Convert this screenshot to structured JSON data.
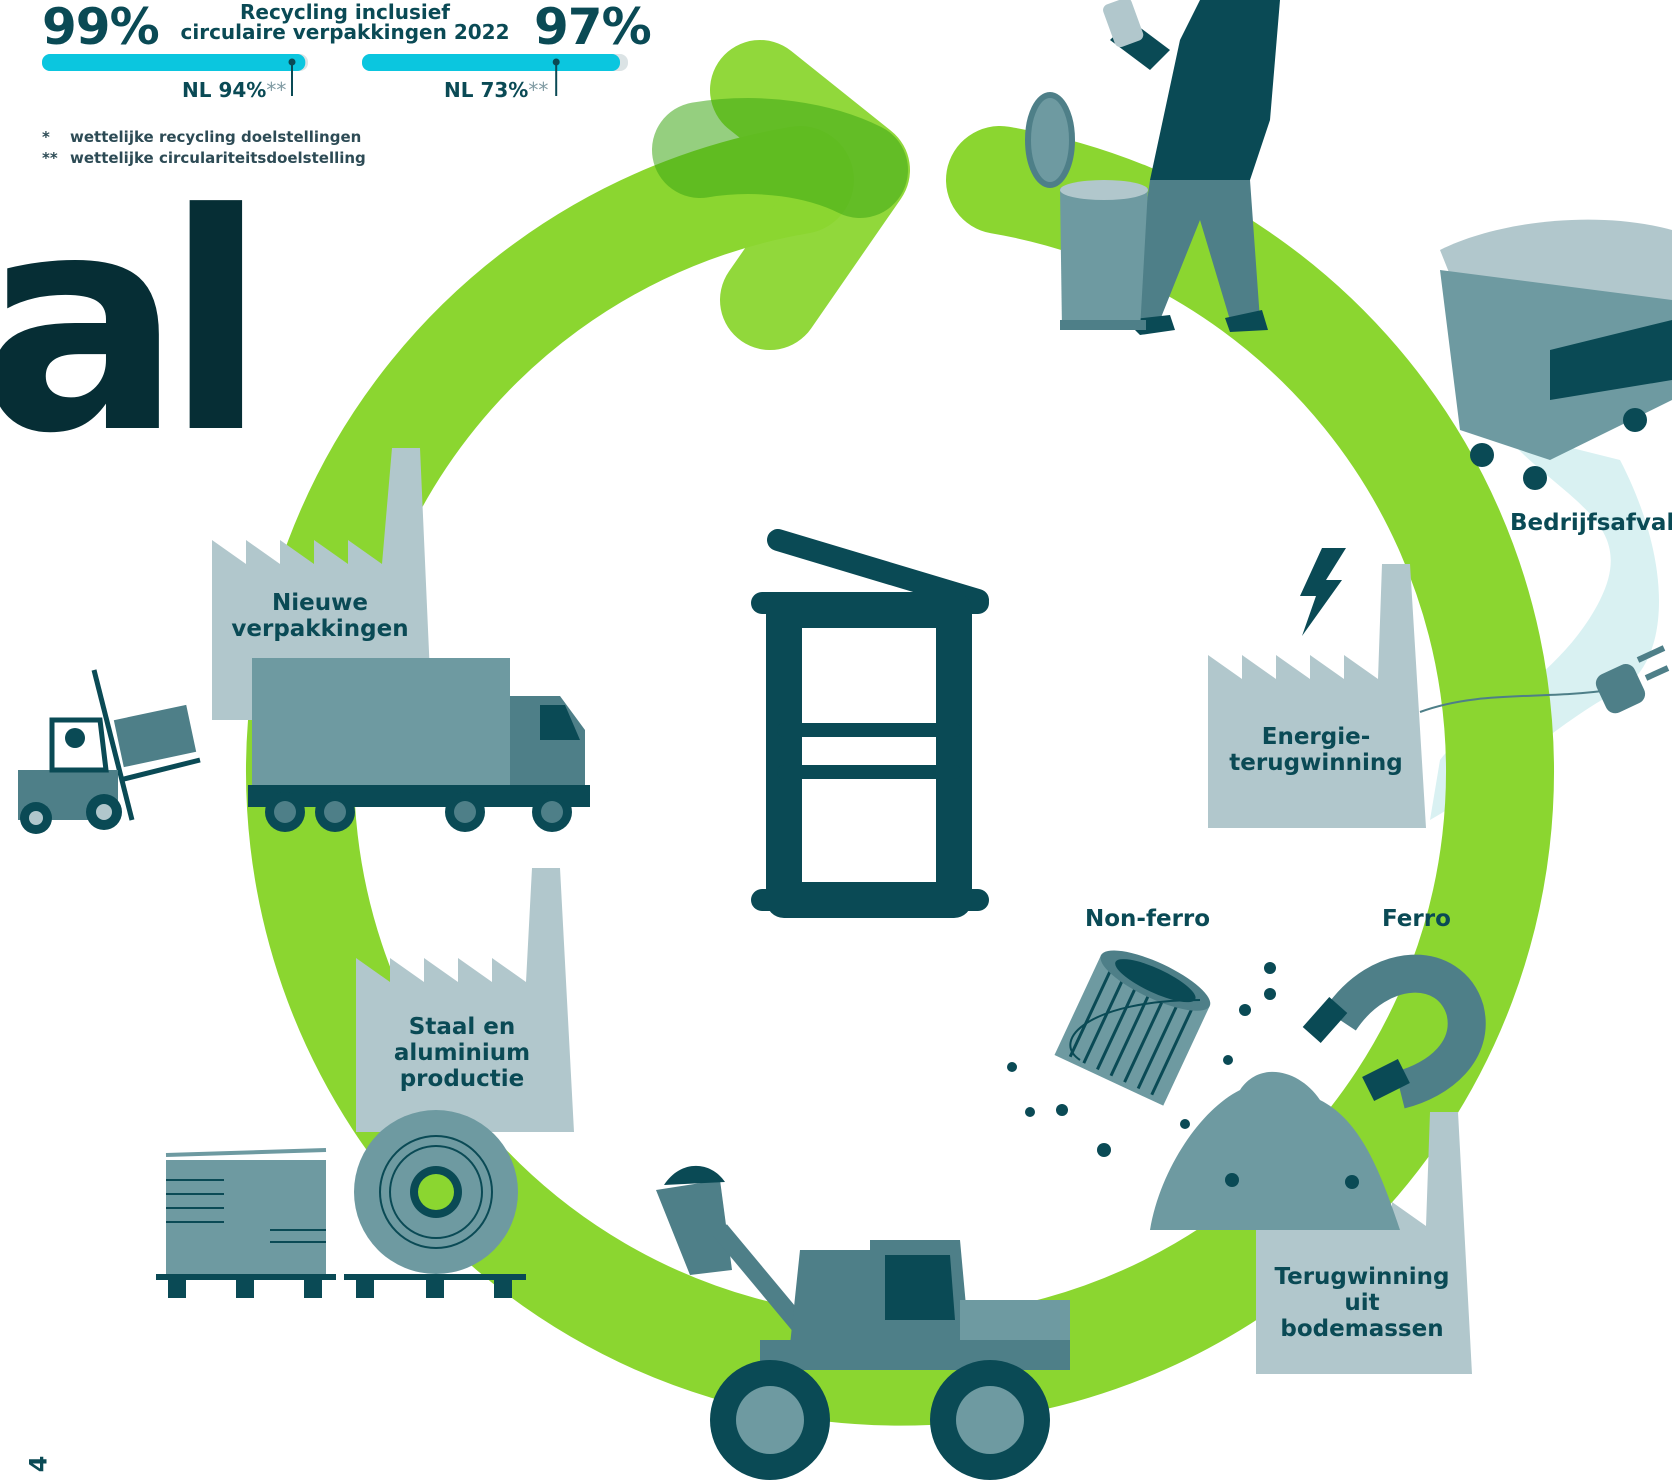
{
  "colors": {
    "green": "#8bd630",
    "dark_green": "#2f9a10",
    "teal_dark": "#0a4a55",
    "teal_mid": "#4e7f88",
    "grey_blue": "#b1c7cc",
    "cyan": "#0bc6df"
  },
  "stats": {
    "left_value": "99%",
    "right_value": "97%",
    "caption_line1": "Recycling inclusief",
    "caption_line2": "circulaire verpakkingen 2022",
    "left_progress": 0.99,
    "right_progress": 0.97,
    "left_nl_marker": 0.94,
    "right_nl_marker": 0.73,
    "left_nl_label": "NL 94%",
    "right_nl_label": "NL 73%",
    "stars": "**"
  },
  "footnotes": [
    {
      "mark": "*",
      "text": "wettelijke recycling doelstellingen"
    },
    {
      "mark": "**",
      "text": "wettelijke circulariteitsdoelstelling"
    }
  ],
  "big_title": "al",
  "labels": {
    "nieuwe_verpakkingen_1": "Nieuwe",
    "nieuwe_verpakkingen_2": "verpakkingen",
    "energie_1": "Energie-",
    "energie_2": "terugwinning",
    "staal_1": "Staal en",
    "staal_2": "aluminium",
    "staal_3": "productie",
    "terug_1": "Terugwinning",
    "terug_2": "uit",
    "terug_3": "bodemassen",
    "non_ferro": "Non-ferro",
    "ferro": "Ferro",
    "bedrijfsafval": "Bedrijfsafval"
  },
  "page_number": "4",
  "icons": [
    "lightning-icon",
    "plug-icon",
    "bin-icon",
    "magnet-icon",
    "truck-icon",
    "forklift-icon",
    "loader-icon",
    "container-icon",
    "person-icon",
    "coil-icon",
    "can-icon"
  ]
}
